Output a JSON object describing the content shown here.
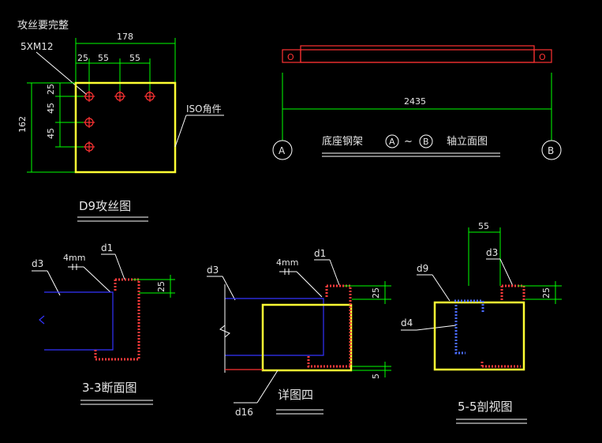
{
  "d9": {
    "note_top": "攻丝要完整",
    "bolt_label": "5XM12",
    "dim_total": "178",
    "dim_25a": "25",
    "dim_55a": "55",
    "dim_55b": "55",
    "dim_v25": "25",
    "dim_v45a": "45",
    "dim_v45b": "45",
    "dim_162": "162",
    "iso_label": "ISO角件",
    "title": "D9攻丝图"
  },
  "base": {
    "left_o": "O",
    "right_o": "O",
    "dim_2435": "2435",
    "axis_a": "A",
    "axis_b": "B",
    "title_part1": "底座钢架",
    "title_sep": "~",
    "title_part2": "轴立面图",
    "mark_a": "A",
    "mark_b": "B"
  },
  "s33": {
    "d3": "d3",
    "d1": "d1",
    "mm": "4mm",
    "dim25": "25",
    "title": "3-3断面图"
  },
  "detail": {
    "d3": "d3",
    "d1": "d1",
    "mm": "4mm",
    "dim25": "25",
    "dim5": "5",
    "d16": "d16",
    "title": "详图四"
  },
  "s55": {
    "dim55": "55",
    "d9": "d9",
    "d3": "d3",
    "d4": "d4",
    "dim25": "25",
    "title": "5-5剖视图"
  }
}
